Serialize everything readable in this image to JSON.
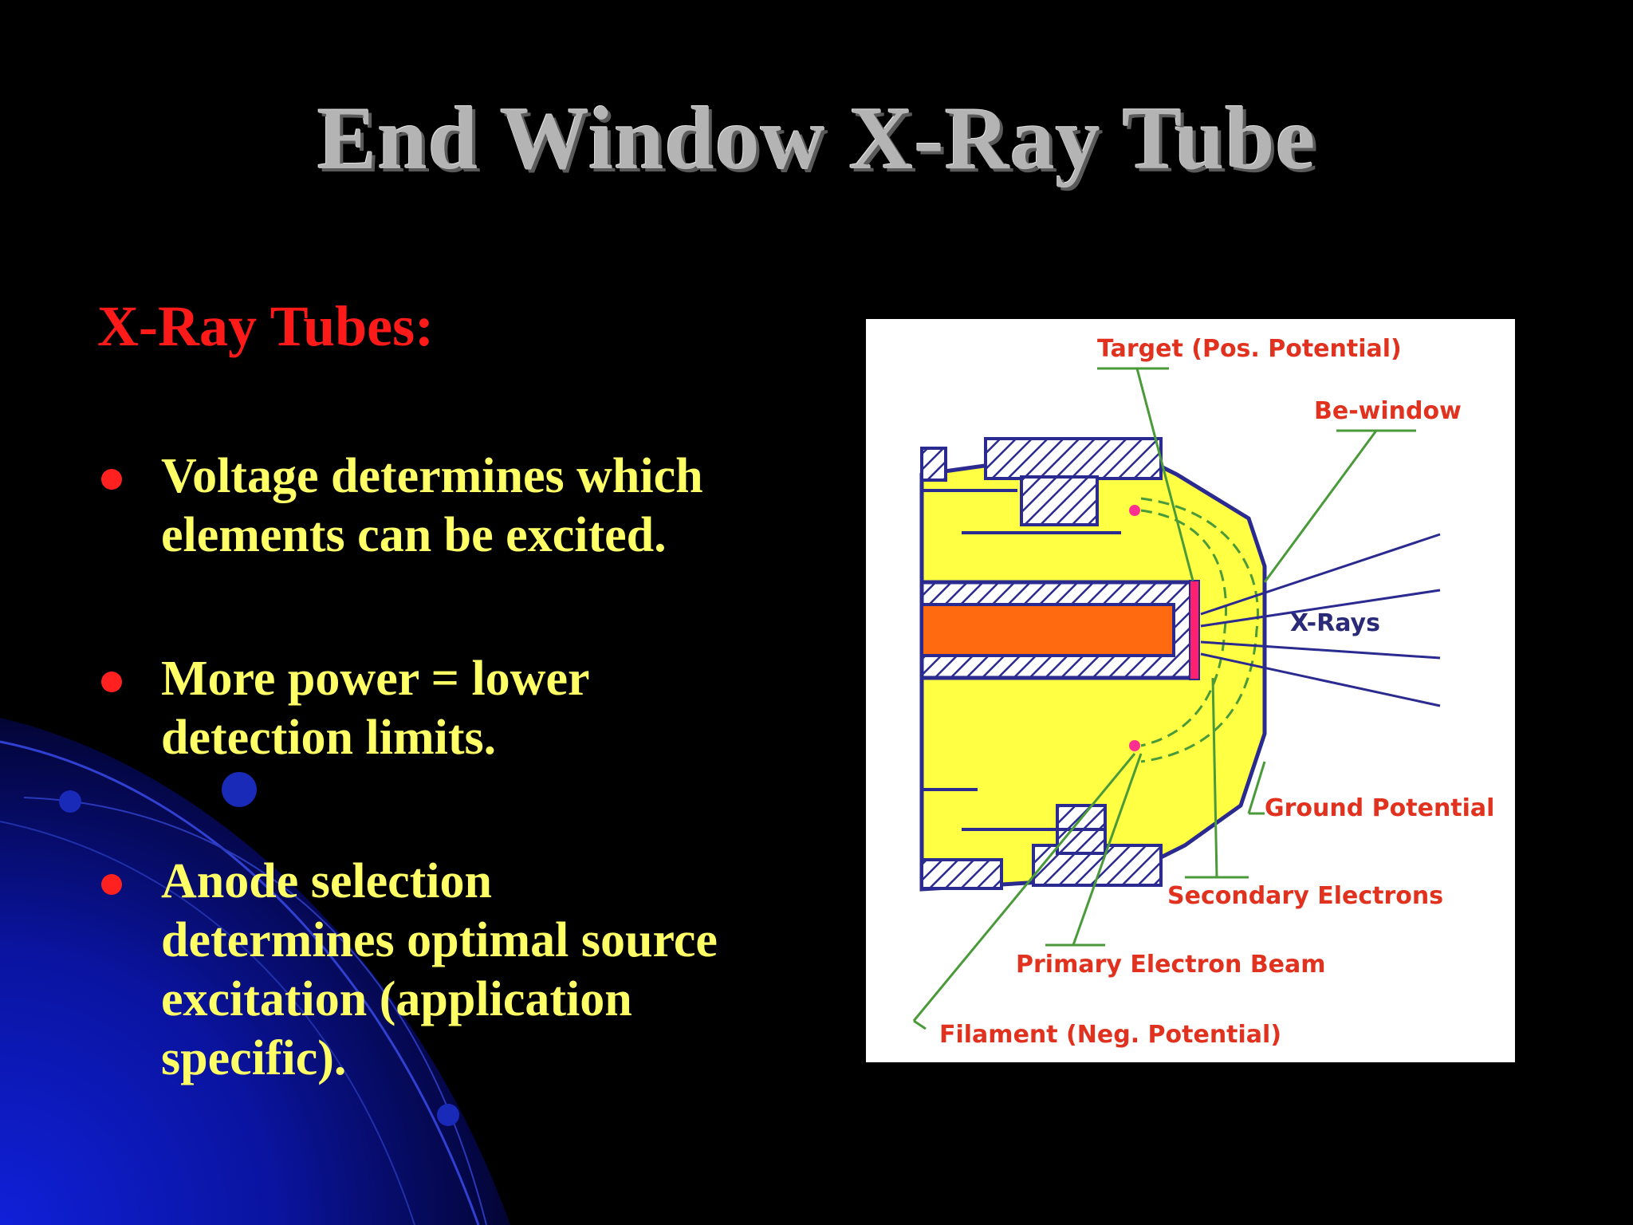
{
  "slide": {
    "title": "End Window X-Ray Tube",
    "subheading": "X-Ray Tubes:",
    "bullets": [
      {
        "lines": [
          "Voltage determines which",
          "elements can be excited."
        ]
      },
      {
        "lines": [
          "More power = lower",
          "detection limits."
        ]
      },
      {
        "lines": [
          "Anode selection",
          "determines optimal source",
          "excitation (application",
          "specific)."
        ]
      }
    ]
  },
  "diagram": {
    "labels": {
      "target": "Target (Pos. Potential)",
      "be_window": "Be-window",
      "x_rays": "X-Rays",
      "ground": "Ground Potential",
      "secondary": "Secondary Electrons",
      "primary": "Primary Electron Beam",
      "filament": "Filament (Neg. Potential)"
    }
  },
  "colors": {
    "background": "#000000",
    "title": "#b4b4b4",
    "subheading": "#ff1a1a",
    "bullet_text": "#ffff66",
    "bullet_dot": "#ff2020",
    "diagram_label_red": "#e0321e",
    "diagram_label_navy": "#2a2a78",
    "tube_body": "#ffff44",
    "anode_core": "#ff6a10",
    "target_strip": "#ff2070"
  }
}
